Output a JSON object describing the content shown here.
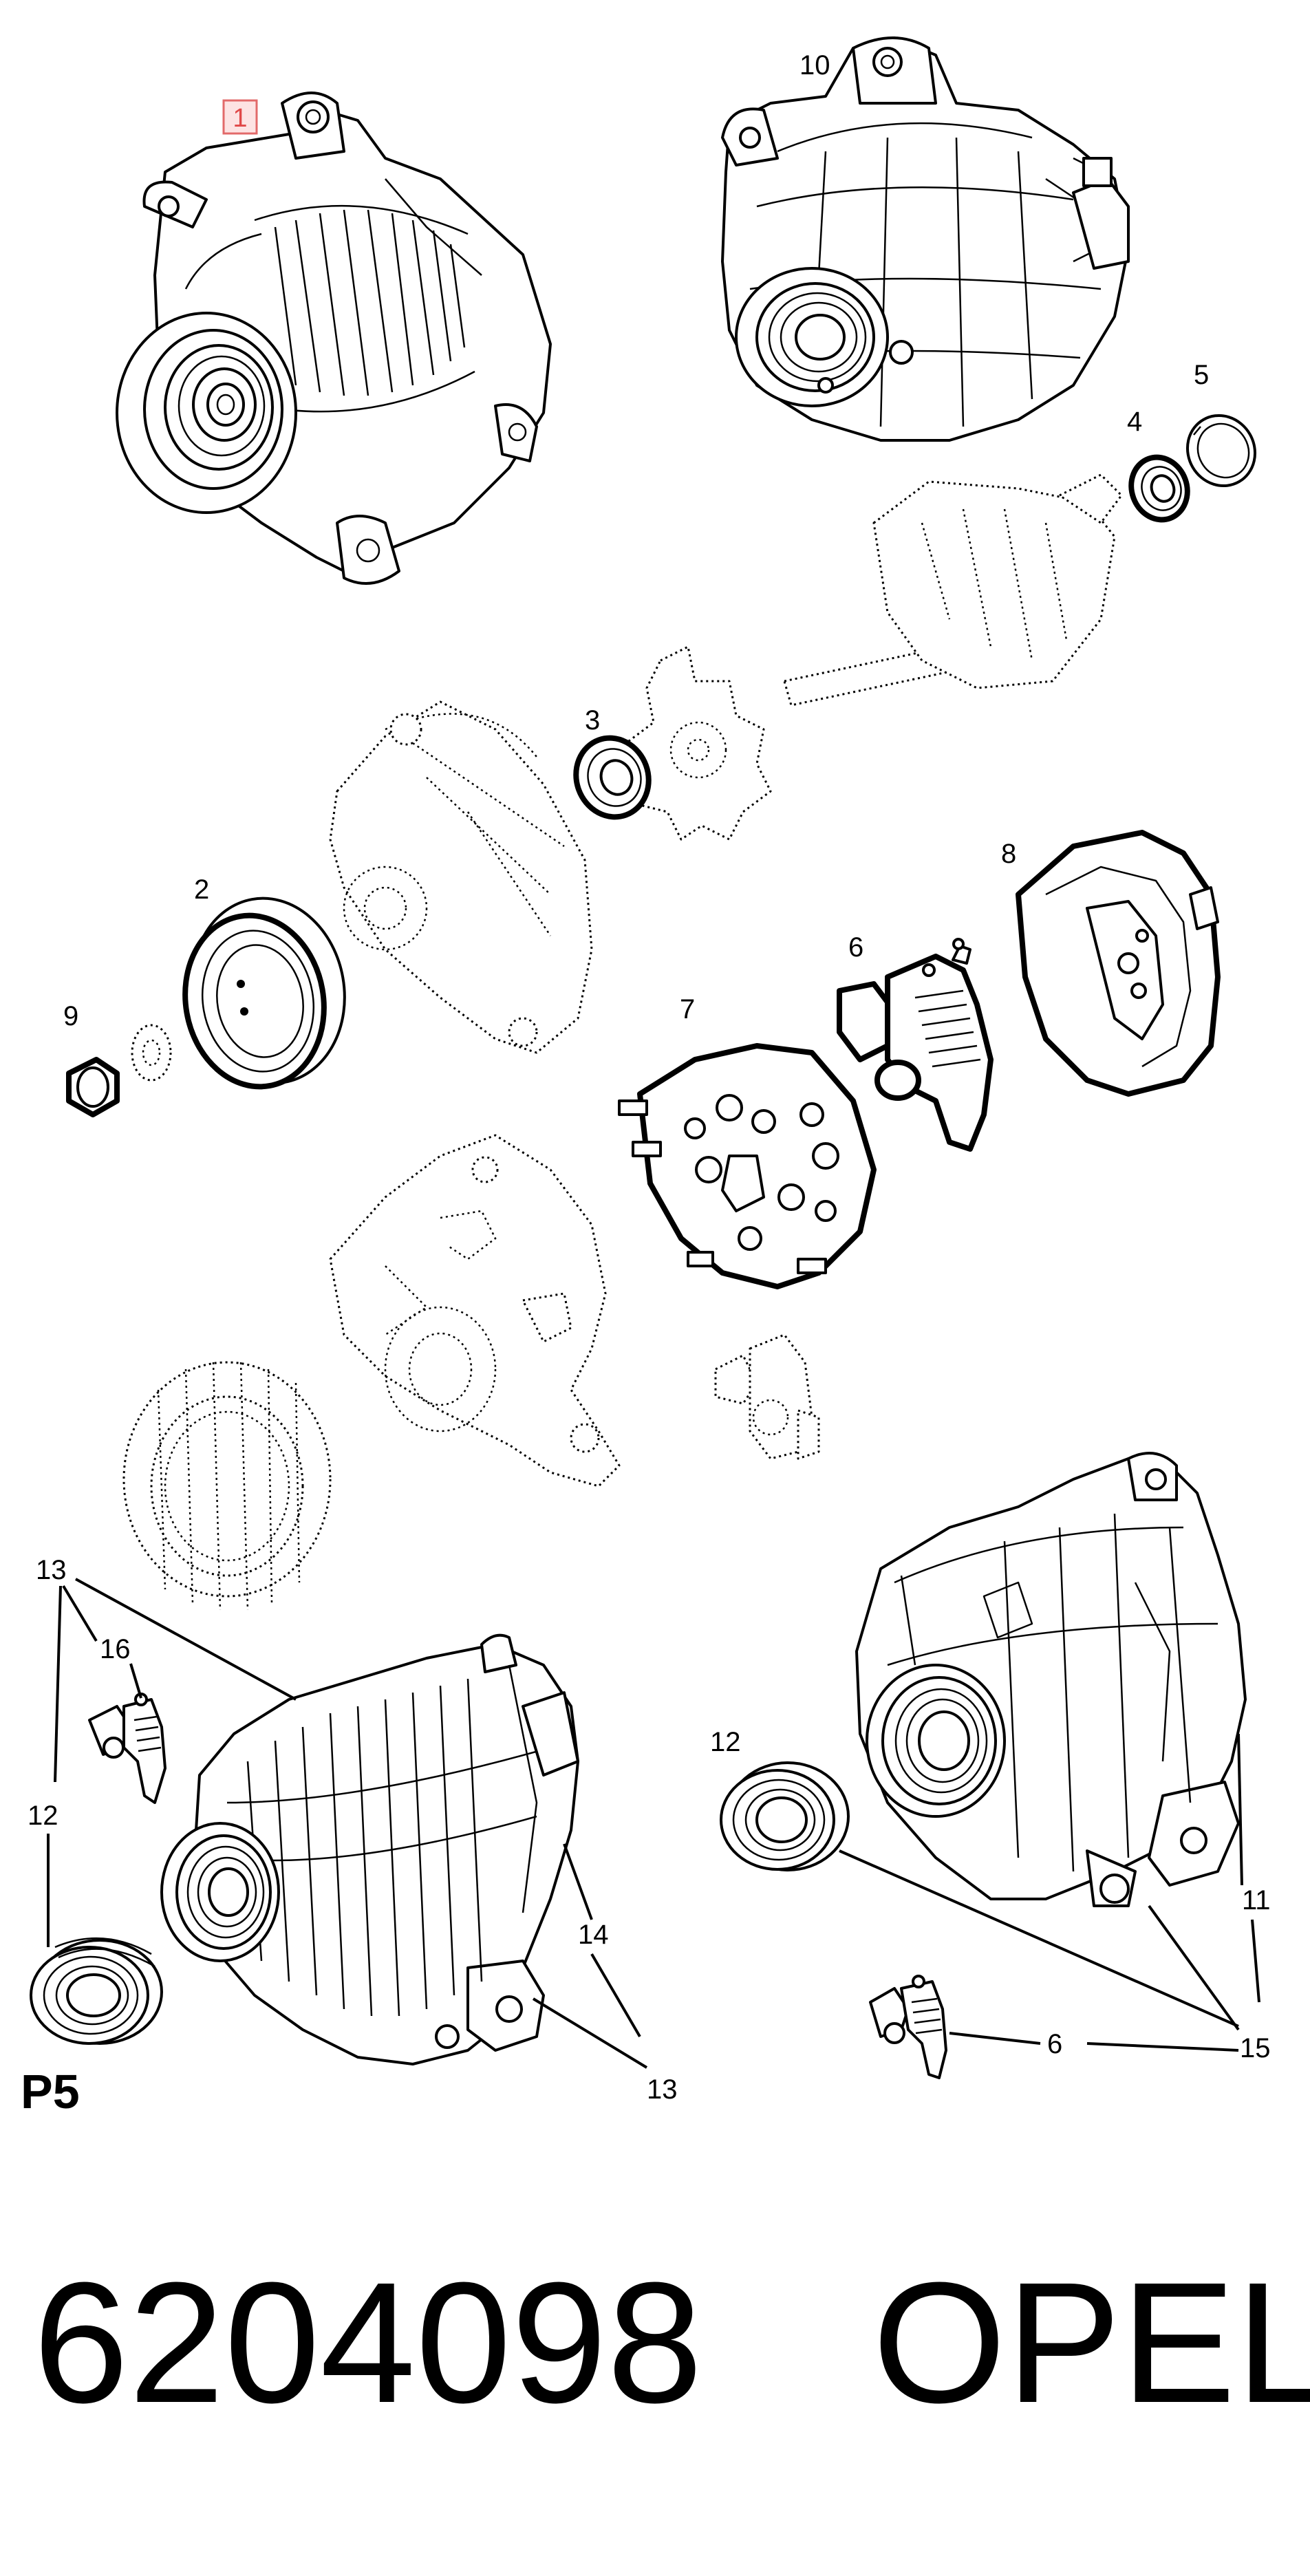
{
  "selected_callout": "1",
  "callouts": {
    "c1": "1",
    "c2": "2",
    "c3": "3",
    "c4": "4",
    "c5": "5",
    "c6a": "6",
    "c6b": "6",
    "c7": "7",
    "c8": "8",
    "c9": "9",
    "c10": "10",
    "c11": "11",
    "c12a": "12",
    "c12b": "12",
    "c13a": "13",
    "c13b": "13",
    "c14": "14",
    "c15": "15",
    "c16": "16"
  },
  "page_label": "P5",
  "part_number": "6204098",
  "brand": "OPEL",
  "colors": {
    "selection_fill": "#fde3e3",
    "selection_border": "#e26a6a",
    "selection_text": "#e04848"
  }
}
